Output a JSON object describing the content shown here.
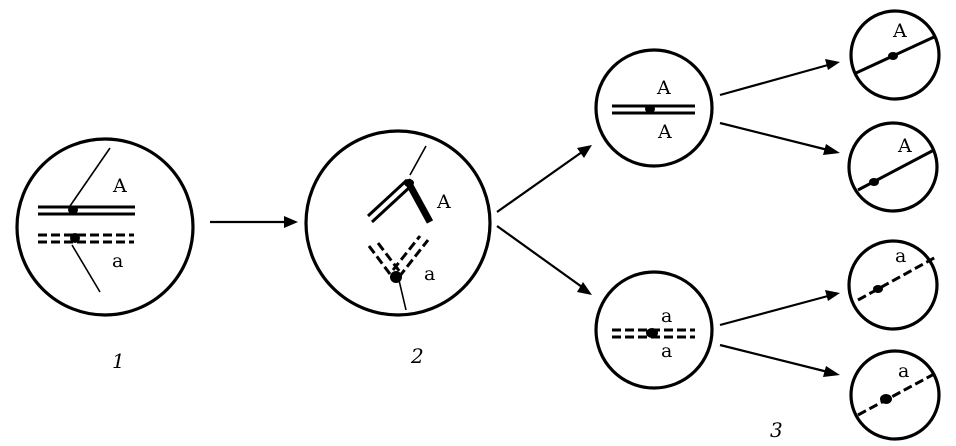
{
  "labels": {
    "dominant": "A",
    "recessive": "a"
  },
  "stage_numbers": [
    "1",
    "2",
    "3"
  ]
}
